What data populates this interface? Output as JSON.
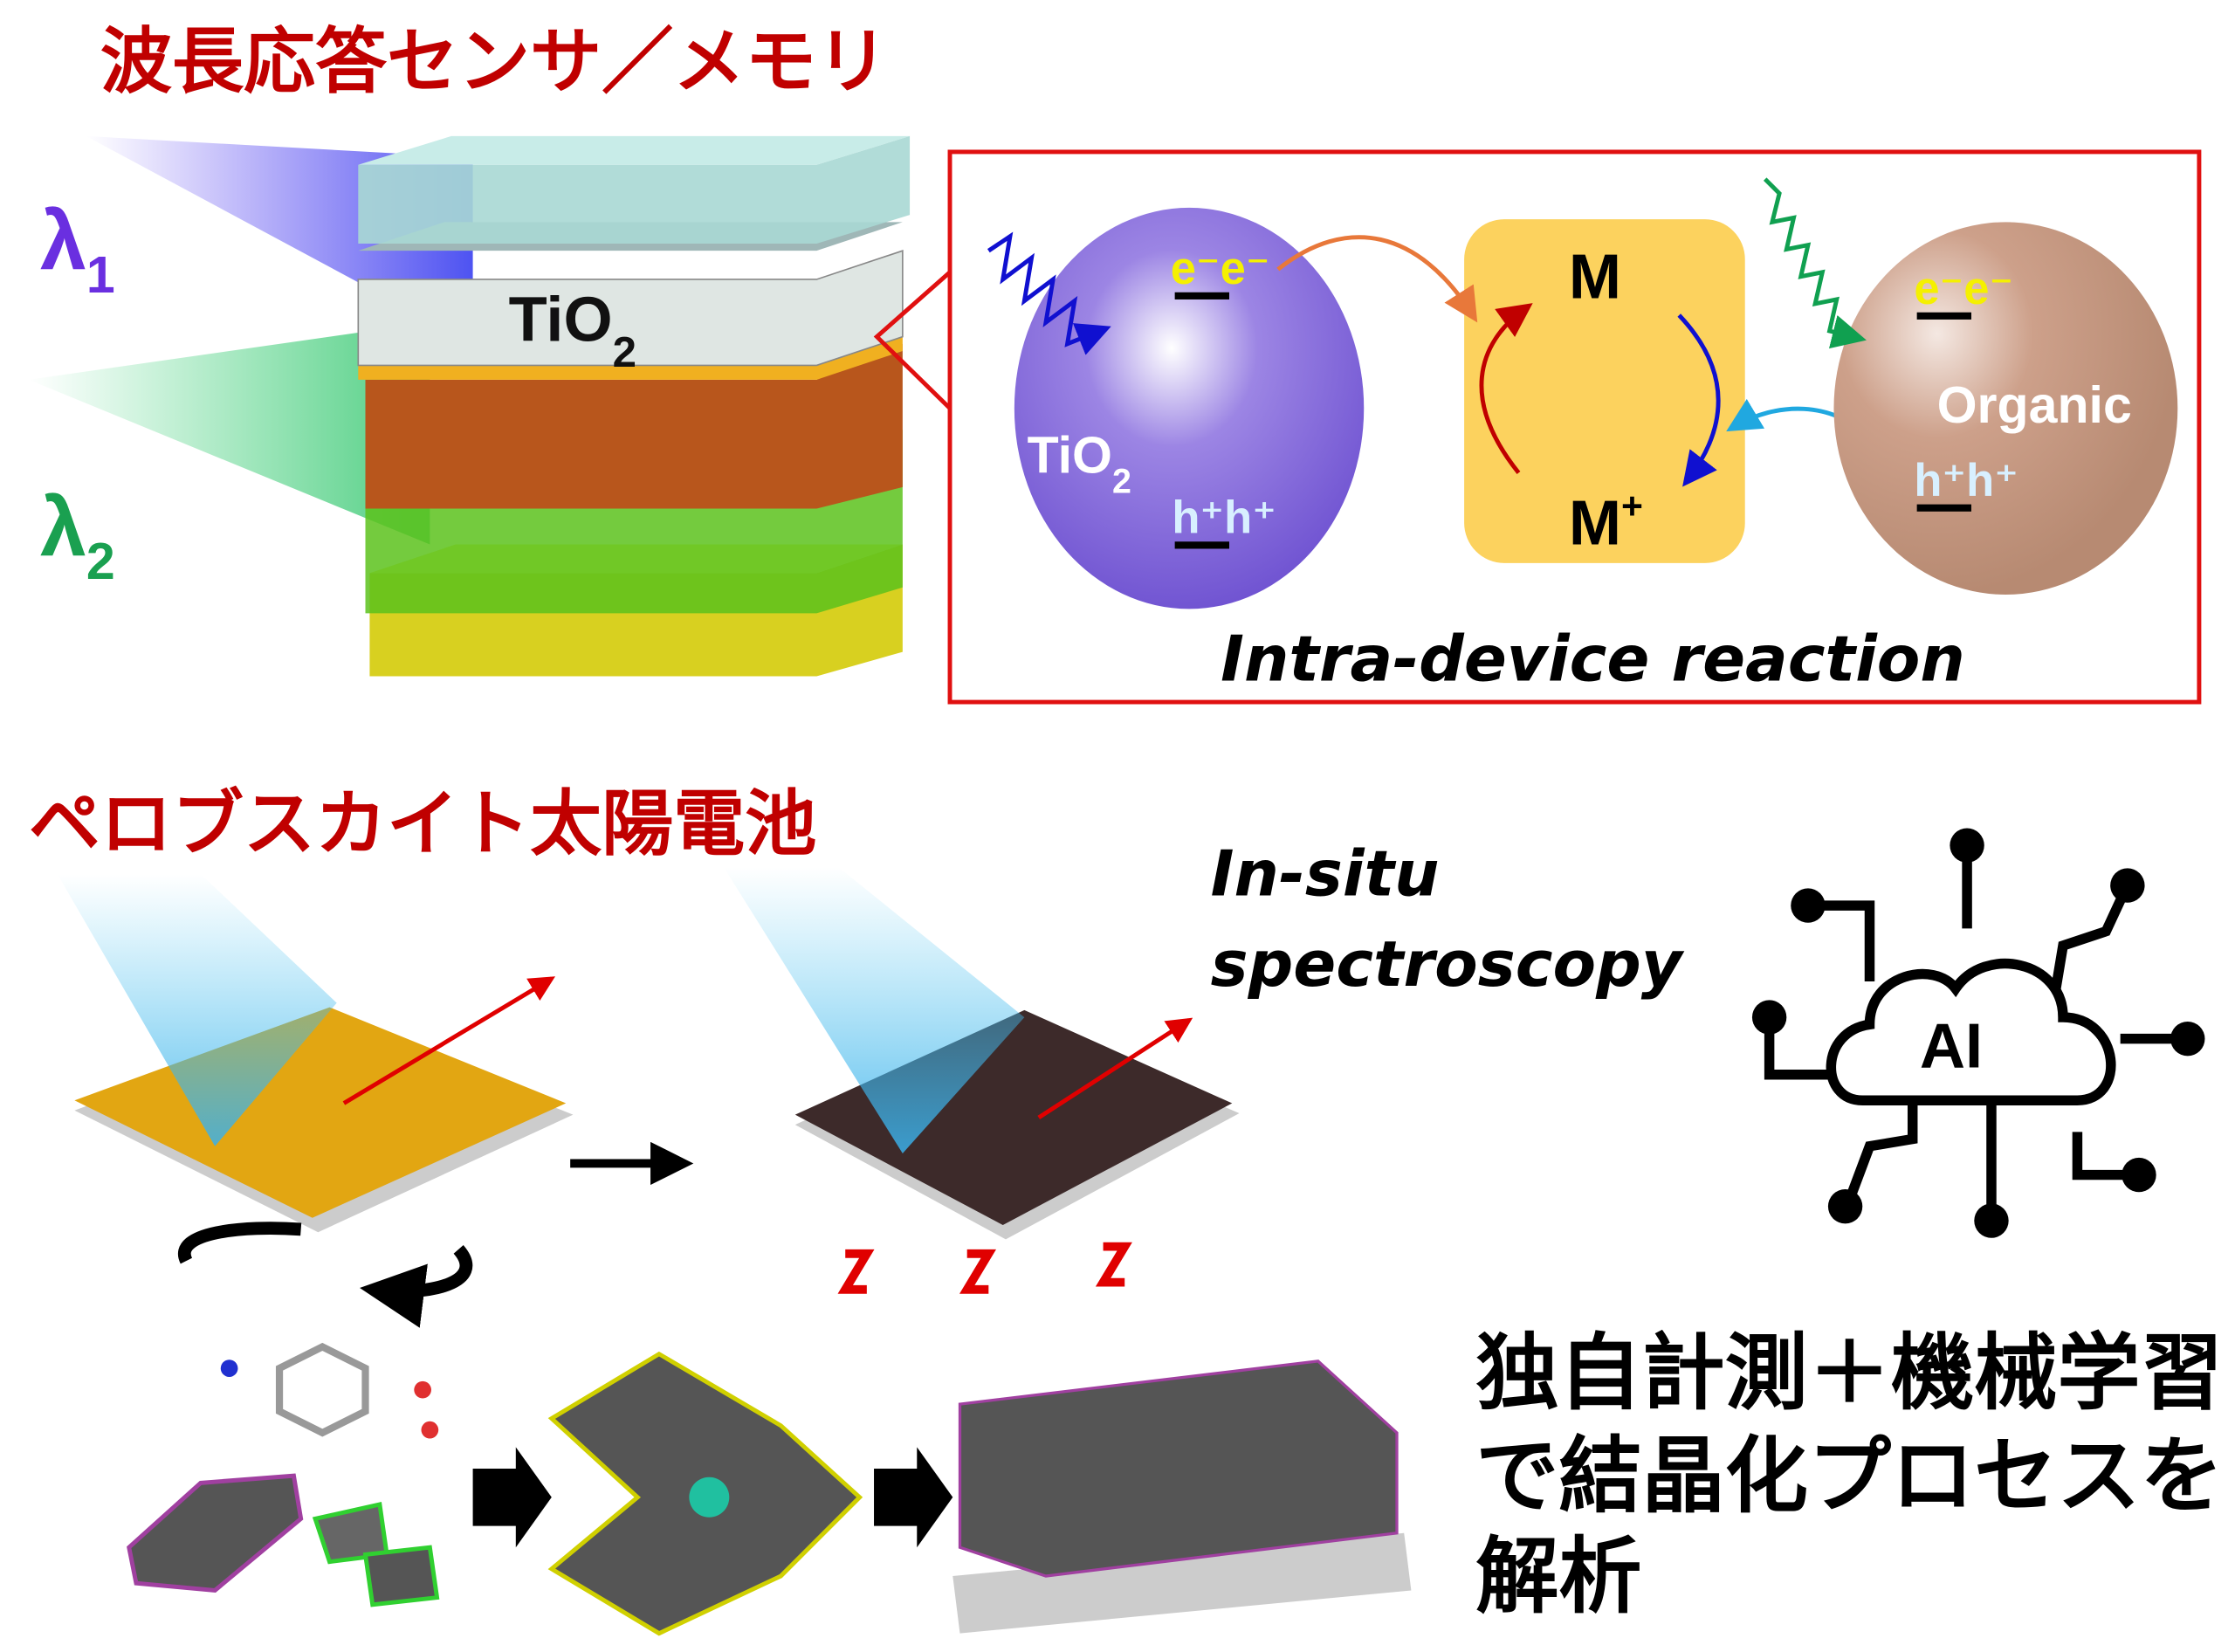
{
  "sensor": {
    "title": "波長応答センサ／メモリ",
    "lambda1": "λ",
    "lambda1_sub": "1",
    "lambda2": "λ",
    "lambda2_sub": "2",
    "layer_label": "TiO",
    "layer_label_sub": "2"
  },
  "reaction": {
    "tio2_label": "TiO",
    "tio2_sub": "2",
    "electrons": "e⁻e⁻",
    "holes": "h⁺h⁺",
    "metal": "M",
    "metal_ion": "M",
    "metal_ion_sup": "+",
    "organic_label": "Organic",
    "caption": "Intra-device reaction"
  },
  "perovskite": {
    "title": "ペロブスカイト太陽電池",
    "insitu_line1": "In-situ",
    "insitu_line2": "spectroscopy",
    "ai_label": "AI",
    "description_lines": [
      "独自計測＋機械学習",
      "で結晶化プロセスを",
      "解析"
    ]
  },
  "colors": {
    "title_red": "#c00000",
    "lambda1": "#6a2fe0",
    "lambda2": "#1aa050",
    "box_red": "#e01010",
    "tio2_sphere": "#7b5cd6",
    "organic_sphere": "#c9987c",
    "metal_box": "#fcd25e"
  }
}
